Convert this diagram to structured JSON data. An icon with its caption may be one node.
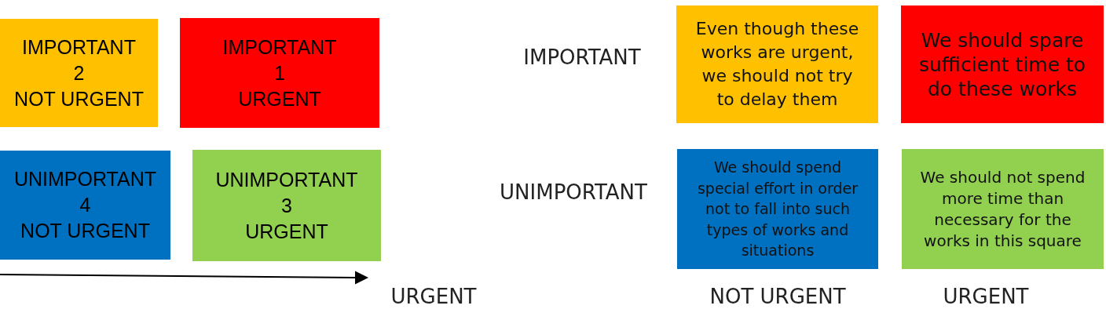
{
  "diagram": {
    "nodes": [
      {
        "text": [
          "IMPORTANT",
          "2",
          "NOT URGENT"
        ]
      },
      {
        "text": [
          "IMPORTANT",
          "1",
          "URGENT"
        ]
      },
      {
        "text": [
          "UNIMPORTANT",
          "4",
          "NOT URGENT"
        ]
      },
      {
        "text": [
          "UNIMPORTANT",
          "3",
          "URGENT"
        ]
      },
      {
        "text": [
          "Even though these works are urgent, we should not try to delay them"
        ]
      },
      {
        "text": [
          "We should spare sufficient time to do these works"
        ]
      },
      {
        "text": [
          "We should spend special effort in order not to fall into such types of works and situations"
        ]
      },
      {
        "text": [
          "We should not spend more time than necessary for the works in this square"
        ]
      }
    ],
    "labels": [
      "IMPORTANT",
      "UNIMPORTANT",
      "URGENT",
      "NOT URGENT",
      "URGENT"
    ]
  }
}
